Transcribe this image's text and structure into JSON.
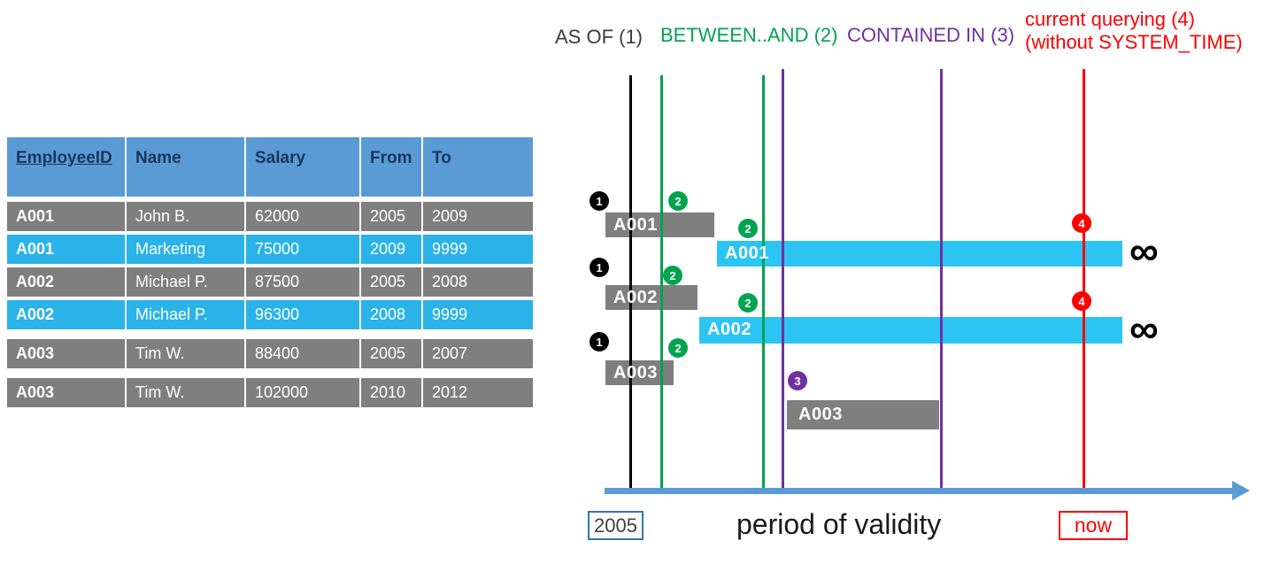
{
  "colors": {
    "table_header_bg": "#5B9BD5",
    "table_header_text": "#17375E",
    "history_gray": "#7F7F7F",
    "current_row_cyan": "#29B3E8",
    "current_bar_cyan": "#2BC4F3",
    "as_of_black": "#000000",
    "between_and_green": "#00A34F",
    "contained_in_purple": "#7030A0",
    "current_querying_red": "#FF0000",
    "axis_blue": "#5B9BD5"
  },
  "table": {
    "headers": [
      "EmployeeID",
      "Name",
      "Salary",
      "From",
      "To"
    ],
    "rows": [
      {
        "variant": "history",
        "cells": [
          "A001",
          "John B.",
          "62000",
          "2005",
          "2009"
        ]
      },
      {
        "variant": "current",
        "cells": [
          "A001",
          "Marketing",
          "75000",
          "2009",
          "9999"
        ]
      },
      {
        "variant": "history",
        "cells": [
          "A002",
          "Michael P.",
          "87500",
          "2005",
          "2008"
        ]
      },
      {
        "variant": "current",
        "cells": [
          "A002",
          "Michael P.",
          "96300",
          "2008",
          "9999"
        ]
      },
      {
        "variant": "history",
        "cells": [
          "A003",
          "Tim W.",
          "88400",
          "2005",
          "2007"
        ]
      },
      {
        "variant": "history",
        "cells": [
          "A003",
          "Tim W.",
          "102000",
          "2010",
          "2012"
        ]
      }
    ]
  },
  "legend": {
    "as_of": "AS OF (1)",
    "between_and": "BETWEEN..AND (2)",
    "contained_in": "CONTAINED IN (3)",
    "current_querying_line1": "current querying (4)",
    "current_querying_line2": "(without SYSTEM_TIME)"
  },
  "timeline": {
    "bars": [
      {
        "label": "A001",
        "variant": "history"
      },
      {
        "label": "A001",
        "variant": "current",
        "extends_to": "infinity"
      },
      {
        "label": "A002",
        "variant": "history"
      },
      {
        "label": "A002",
        "variant": "current",
        "extends_to": "infinity"
      },
      {
        "label": "A003",
        "variant": "history"
      },
      {
        "label": "A003",
        "variant": "history"
      }
    ],
    "badges": [
      {
        "number": "1",
        "color": "black"
      },
      {
        "number": "2",
        "color": "green"
      },
      {
        "number": "2",
        "color": "green"
      },
      {
        "number": "1",
        "color": "black"
      },
      {
        "number": "2",
        "color": "green"
      },
      {
        "number": "2",
        "color": "green"
      },
      {
        "number": "1",
        "color": "black"
      },
      {
        "number": "2",
        "color": "green"
      },
      {
        "number": "3",
        "color": "purple"
      },
      {
        "number": "4",
        "color": "red"
      },
      {
        "number": "4",
        "color": "red"
      }
    ],
    "infinity_symbol": "∞",
    "axis": {
      "start_label": "2005",
      "title": "period of validity",
      "end_label": "now"
    }
  }
}
